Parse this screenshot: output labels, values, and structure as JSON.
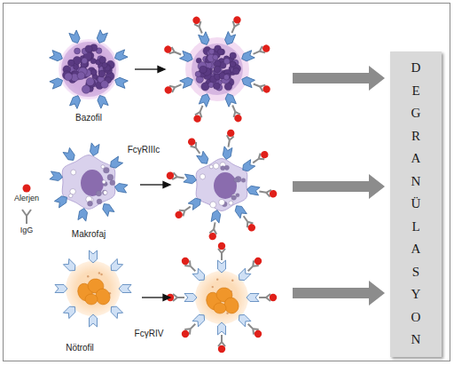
{
  "diagram": {
    "nodes": [
      {
        "text": [
          "DEGRANÜLASYON"
        ]
      }
    ],
    "labels": [
      "Bazofil",
      "FcγRIIIc",
      "Makrofaj",
      "Nötrofil",
      "FcγRIV"
    ],
    "legend": [
      {
        "text": "Alerjen"
      },
      {
        "text": "IgG"
      }
    ]
  }
}
